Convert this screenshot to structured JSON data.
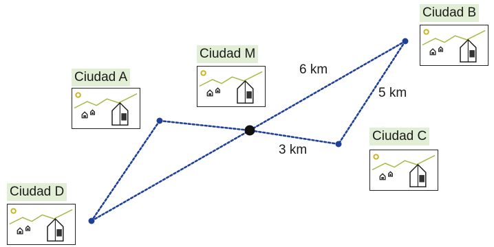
{
  "cities": {
    "a": {
      "name": "Ciudad A",
      "icon": "town-landscape-icon"
    },
    "b": {
      "name": "Ciudad B",
      "icon": "town-landscape-icon"
    },
    "c": {
      "name": "Ciudad C",
      "icon": "town-landscape-icon"
    },
    "d": {
      "name": "Ciudad D",
      "icon": "town-landscape-icon"
    },
    "m": {
      "name": "Ciudad M",
      "icon": "town-landscape-icon"
    }
  },
  "distances": {
    "m_to_b": "6 km",
    "b_to_c": "5 km",
    "m_to_c": "3 km"
  },
  "colors": {
    "route": "#1f3f99",
    "center_point": "#111111",
    "label_background": "#e2eed6",
    "landscape_line": "#a9b84a",
    "sun": "#c9b21a"
  }
}
